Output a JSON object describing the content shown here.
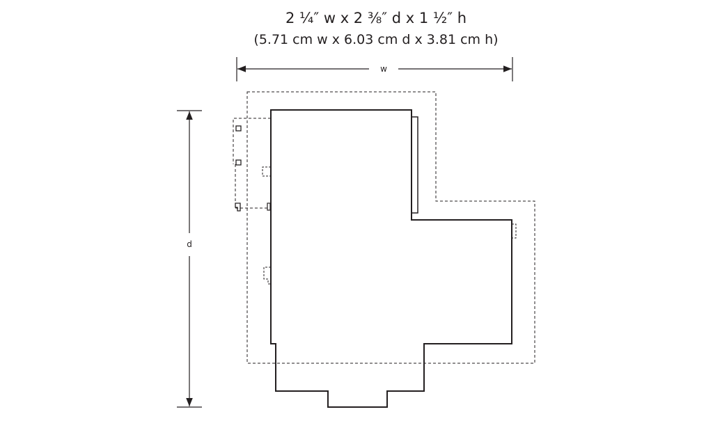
{
  "title": {
    "imperial": "2 ¼″ w x 2 ⅜″ d x 1 ½″ h",
    "metric": "(5.71 cm w x 6.03 cm d x 3.81 cm h)"
  },
  "dimensions": {
    "width_label": "w",
    "depth_label": "d"
  }
}
